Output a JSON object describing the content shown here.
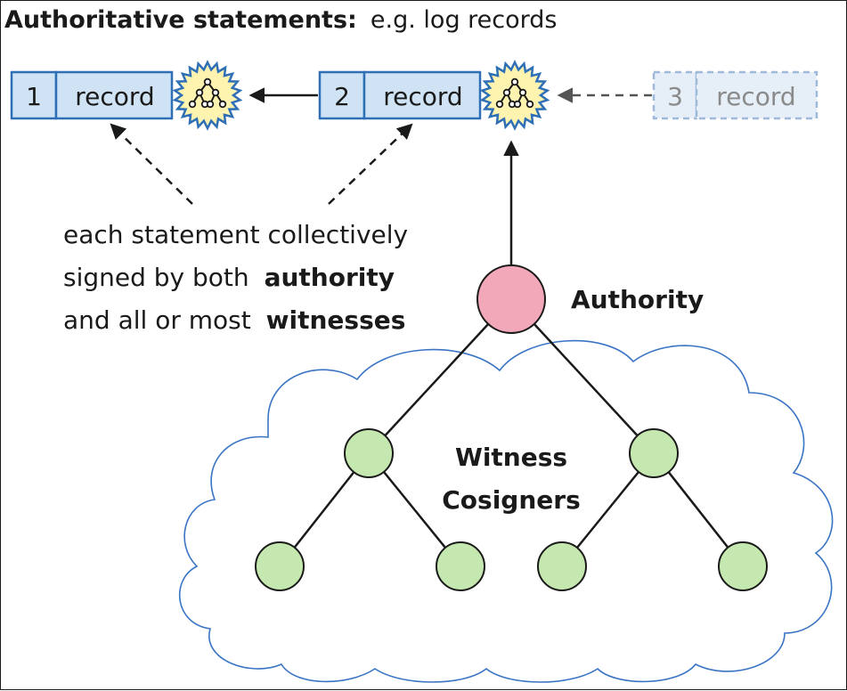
{
  "title": {
    "bold": "Authoritative statements:",
    "rest": "e.g. log records"
  },
  "records": [
    {
      "num": "1",
      "word": "record"
    },
    {
      "num": "2",
      "word": "record"
    },
    {
      "num": "3",
      "word": "record"
    }
  ],
  "note": {
    "line1": "each statement collectively",
    "line2_pre": "signed by both",
    "line2_bold": "authority",
    "line3_pre": "and all or most",
    "line3_bold": "witnesses"
  },
  "authority_label": "Authority",
  "witness_label": {
    "line1": "Witness",
    "line2": "Cosigners"
  },
  "colors": {
    "record_fill": "#cfe3f5",
    "record_border": "#2f6fb5",
    "seal_fill": "#fff3b0",
    "seal_border": "#2f6fb5",
    "authority_fill": "#f2a8b8",
    "witness_fill": "#c5e8b0",
    "cloud_stroke": "#3a74c4",
    "faded_record_fill": "#e6eef8",
    "faded_record_border": "#9fb9da"
  },
  "icons": {
    "seal": "tree-seal-icon",
    "arrow": "arrow-icon"
  }
}
